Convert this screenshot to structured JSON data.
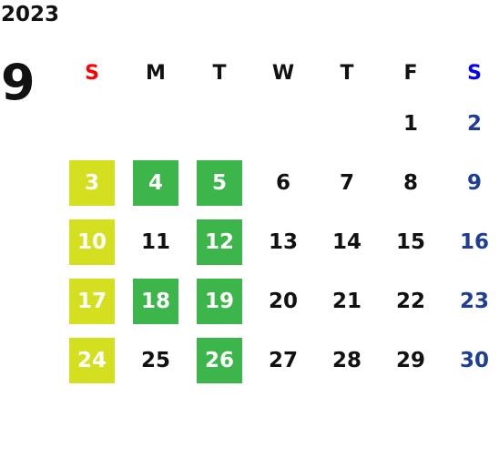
{
  "calendar": {
    "year": "2023",
    "month": "9",
    "weekdays": [
      "S",
      "M",
      "T",
      "W",
      "T",
      "F",
      "S"
    ],
    "weeks": [
      [
        "",
        "",
        "",
        "",
        "",
        "1",
        "2"
      ],
      [
        "3",
        "4",
        "5",
        "6",
        "7",
        "8",
        "9"
      ],
      [
        "10",
        "11",
        "12",
        "13",
        "14",
        "15",
        "16"
      ],
      [
        "17",
        "18",
        "19",
        "20",
        "21",
        "22",
        "23"
      ],
      [
        "24",
        "25",
        "26",
        "27",
        "28",
        "29",
        "30"
      ]
    ],
    "highlights": {
      "yellow_green": [
        "3",
        "10",
        "17",
        "24"
      ],
      "green": [
        "4",
        "5",
        "12",
        "18",
        "19",
        "26"
      ]
    },
    "colors": {
      "sunday_header": "#ff0000",
      "saturday_header": "#0000ff",
      "saturday_dates": "#1e3e96",
      "yellow_green_box": "#d4df20",
      "green_box": "#3cb54a",
      "text": "#111111"
    }
  }
}
